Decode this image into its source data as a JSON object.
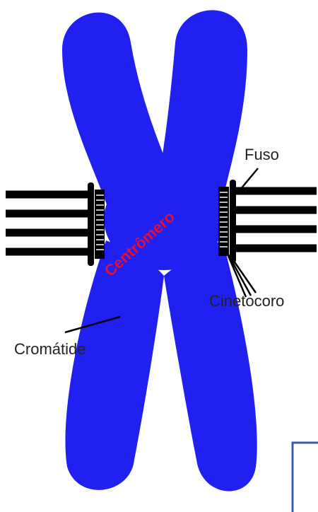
{
  "labels": {
    "spindle": "Fuso",
    "kinetochore": "Cinetocoro",
    "centromere": "Centrômero",
    "chromatid": "Cromátide"
  },
  "colors": {
    "chromosome": "#2020f0",
    "centromere_text": "#e0103c",
    "fibers": "#000000",
    "label_text": "#222222",
    "frame": "#3a5fa8"
  }
}
